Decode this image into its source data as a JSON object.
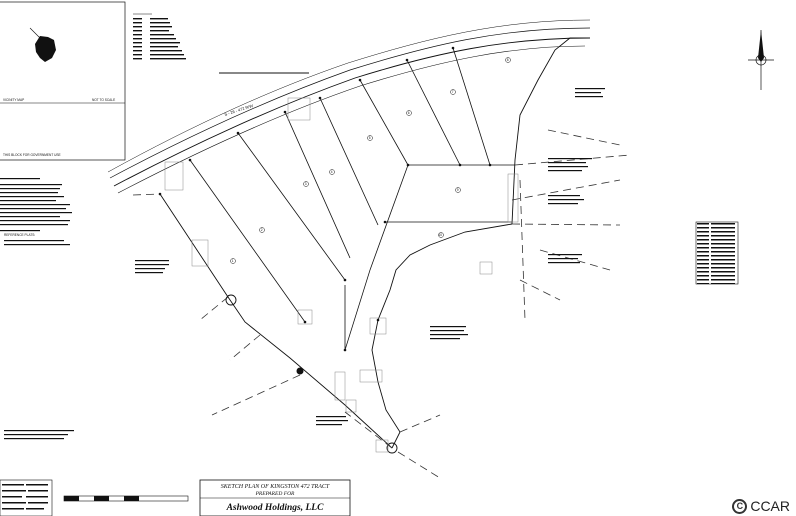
{
  "vicinity_map": {
    "title": "VICINITY MAP",
    "scale_note": "NOT TO SCALE"
  },
  "gov_block": "THIS BLOCK FOR GOVERNMENT USE",
  "road_label": "S - 26 - 472   R/W",
  "title_block": {
    "line1": "SKETCH PLAN OF KINGSTON 472 TRACT",
    "line2": "PREPARED FOR",
    "owner": "Ashwood Holdings, LLC"
  },
  "lots": [
    "1",
    "2",
    "3",
    "4",
    "5",
    "6",
    "7",
    "8",
    "9",
    "10"
  ],
  "notes": {
    "reference_plats": "REFERENCE PLATS:"
  },
  "watermark": {
    "logo": "C",
    "text": "CCAR"
  },
  "colors": {
    "line": "#111111",
    "dash": "#333333",
    "grid": "#888888"
  }
}
